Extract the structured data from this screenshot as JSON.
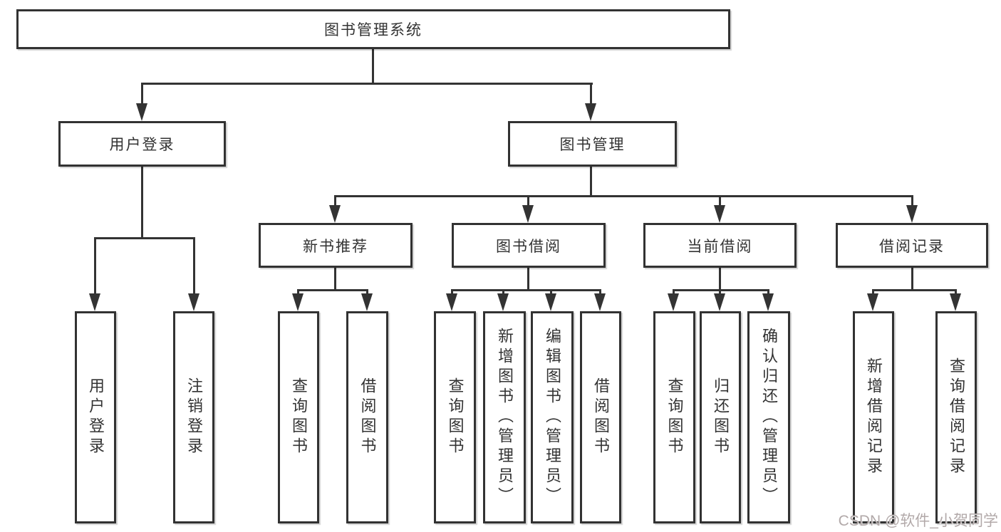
{
  "diagram": {
    "title": "图书管理系统",
    "root": {
      "label": "图书管理系统"
    },
    "level2": [
      {
        "id": "user-login",
        "label": "用户登录"
      },
      {
        "id": "book-management",
        "label": "图书管理"
      }
    ],
    "level3": [
      {
        "id": "new-book-recommend",
        "label": "新书推荐"
      },
      {
        "id": "book-borrow",
        "label": "图书借阅"
      },
      {
        "id": "current-borrow",
        "label": "当前借阅"
      },
      {
        "id": "borrow-records",
        "label": "借阅记录"
      }
    ],
    "leaves": {
      "user_login": [
        "用户登录",
        "注销登录"
      ],
      "new_book_recommend": [
        "查询图书",
        "借阅图书"
      ],
      "book_borrow": [
        "查询图书",
        "新增图书（管理员）",
        "编辑图书（管理员）",
        "借阅图书"
      ],
      "current_borrow": [
        "查询图书",
        "归还图书",
        "确认归还（管理员）"
      ],
      "borrow_records": [
        "新增借阅记录",
        "查询借阅记录"
      ]
    }
  },
  "watermark": {
    "text": "CSDN @软件_小贺同学"
  },
  "colors": {
    "line": "#333333",
    "text": "#333333",
    "box_background": "#ffffff",
    "watermark": "#b2a9a9"
  }
}
